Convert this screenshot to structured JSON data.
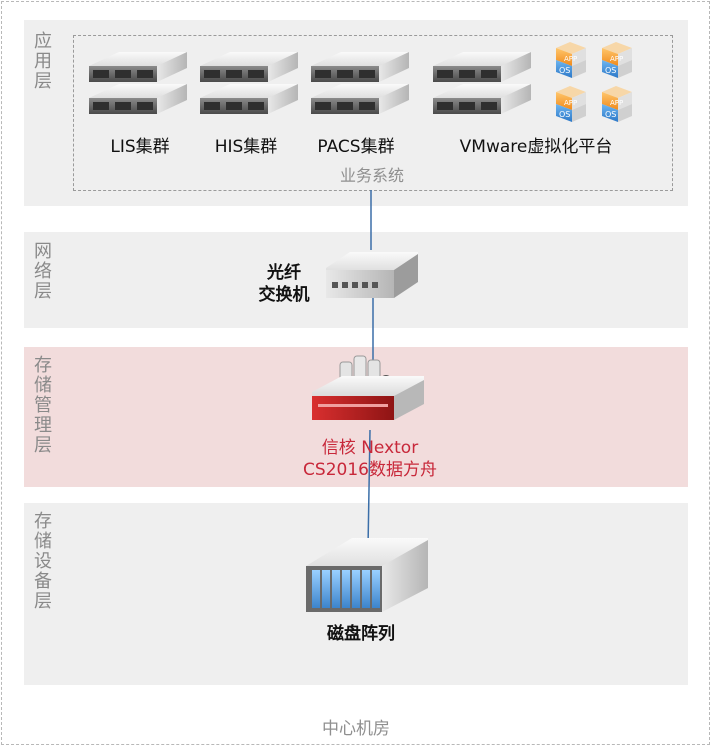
{
  "layers": {
    "application": "应用层",
    "network": "网络层",
    "storage_mgmt": "存储管理层",
    "storage_device": "存储设备层"
  },
  "clusters": {
    "lis": "LIS集群",
    "his": "HIS集群",
    "pacs": "PACS集群",
    "vmware": "VMware虚拟化平台"
  },
  "business_system": "业务系统",
  "switch": {
    "line1": "光纤",
    "line2": "交换机"
  },
  "nextor": {
    "line1": "信核 Nextor",
    "line2": "CS2016数据方舟"
  },
  "disk_array": "磁盘阵列",
  "datacenter": "中心机房",
  "vm_tile": {
    "app": "APP",
    "os": "OS"
  },
  "colors": {
    "link": "#3a6ea8",
    "accent": "#c8283a",
    "band": "#efefef",
    "band_pink": "#f2dcdc"
  }
}
